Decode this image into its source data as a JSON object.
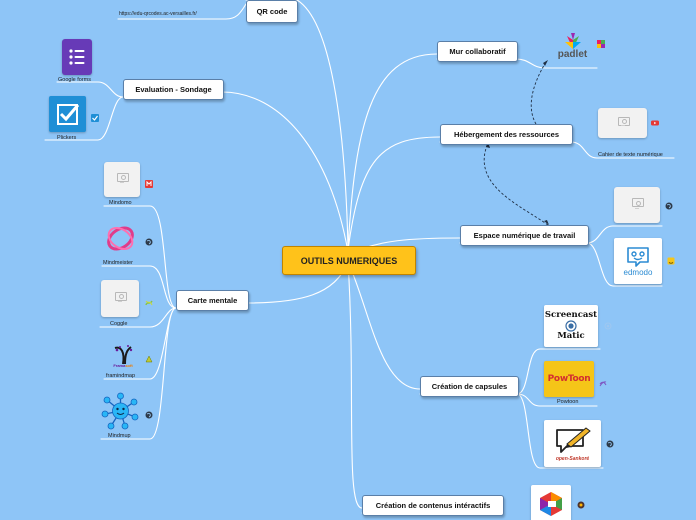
{
  "center": {
    "label": "OUTILS NUMERIQUES"
  },
  "branches": {
    "qr": "QR code",
    "eval": "Evaluation - Sondage",
    "carte": "Carte mentale",
    "mur": "Mur collaboratif",
    "heberg": "Hébergement des ressources",
    "ent": "Espace numérique de travail",
    "capsules": "Création de capsules",
    "contenus": "Création de contenus intéractifs"
  },
  "items": {
    "qr_url": "https://edu-qrcodes.ac-versailles.fr/",
    "google_forms": "Google forms",
    "plickers": "Plickers",
    "mindomo": "Mindomo",
    "mindmeister": "Mindmeister",
    "coggle": "Coggle",
    "framindmap": "framindmap",
    "mindmup": "Mindmup",
    "cahier": "Cahier de texte numérique",
    "powtoon": "Powtoon"
  },
  "logos": {
    "padlet": "padlet",
    "edmodo": "edmodo",
    "screencast_line1": "Screencast",
    "screencast_line2": "Matic",
    "powtoon_logo": "PowToon",
    "framasoft_a": "Frama",
    "framasoft_b": "soft",
    "opensankore": "open-Sankoré"
  },
  "colors": {
    "background": "#8ec5f7",
    "central_node": "#ffc21a",
    "connector": "#ffffff",
    "node_border": "#5a7fa8"
  }
}
